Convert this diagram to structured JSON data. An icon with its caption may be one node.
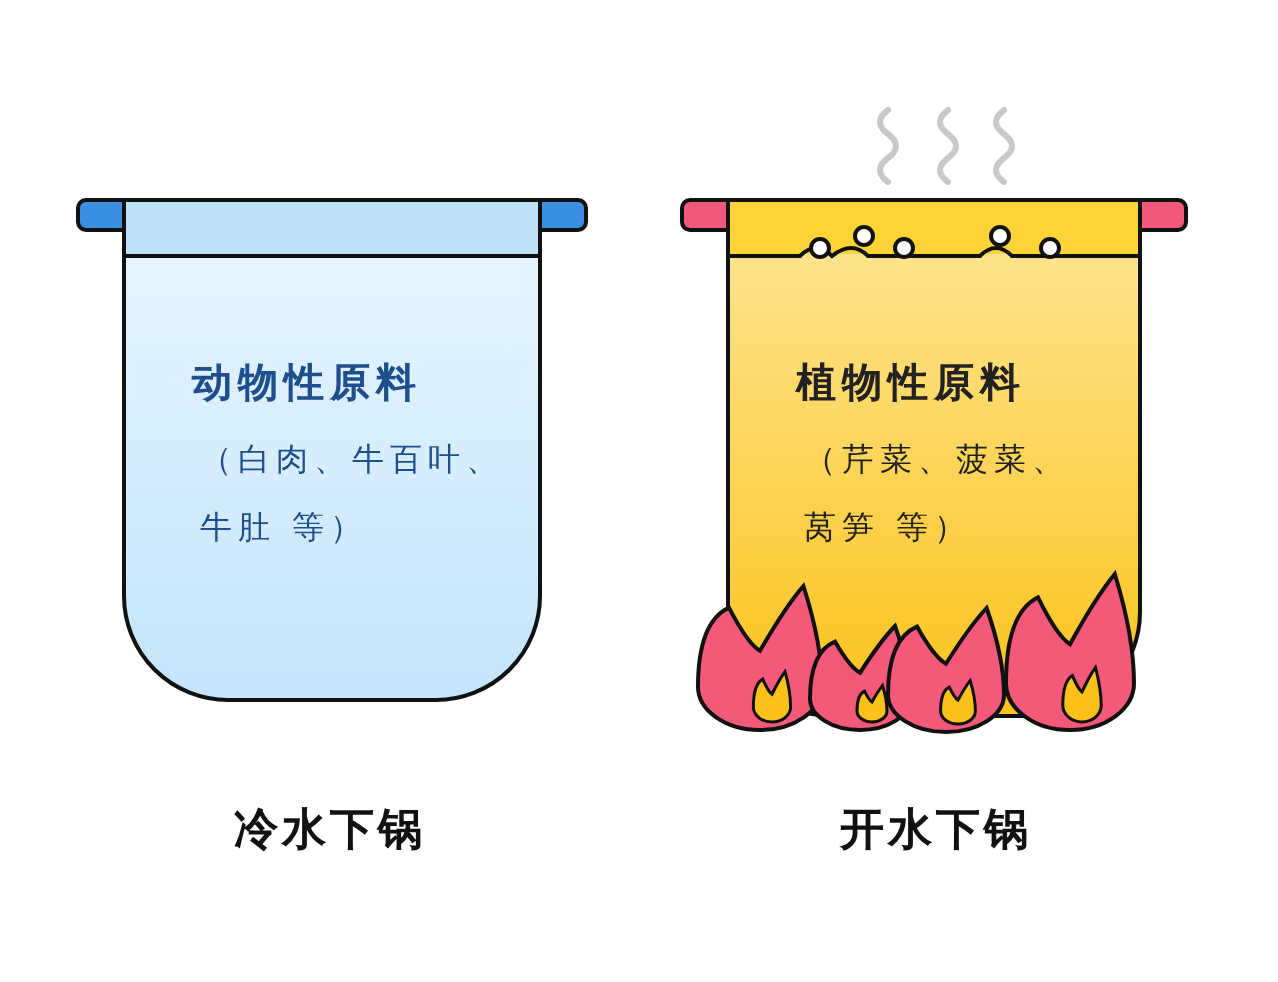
{
  "diagram": {
    "nodes": [
      {
        "text": [
          "动物性原料",
          "（白肉、牛百叶、牛肚 等）"
        ],
        "beside": [
          "冷水下锅"
        ]
      },
      {
        "text": [
          "植物性原料",
          "（芹菜、菠菜、莴笋 等）"
        ],
        "beside": [
          "开水下锅"
        ]
      }
    ]
  }
}
